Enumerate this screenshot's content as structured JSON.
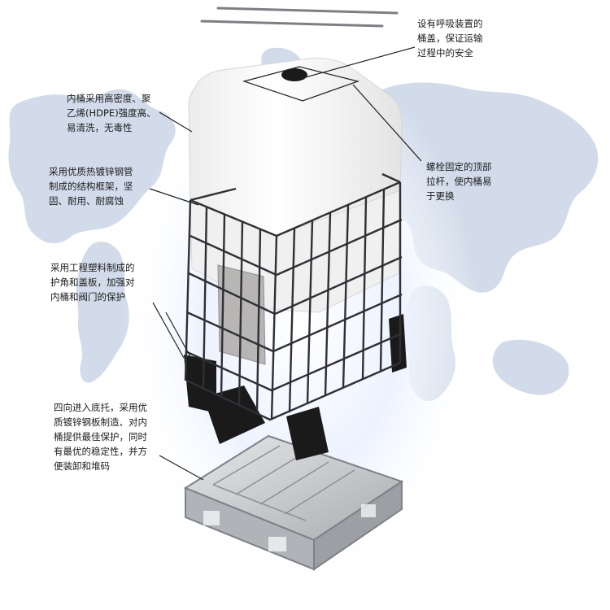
{
  "callouts": {
    "breathing_lid": {
      "lines": [
        "设有呼吸装置的",
        "桶盖，保证运输",
        "过程中的安全"
      ]
    },
    "inner_tank": {
      "lines": [
        "内桶采用高密度、聚",
        "乙烯(HDPE)强度高、",
        "易清洗，无毒性"
      ]
    },
    "bolted_rods": {
      "lines": [
        "螺栓固定的顶部",
        "拉杆，使内桶易",
        "于更换"
      ]
    },
    "steel_frame": {
      "lines": [
        "采用优质热镀锌钢管",
        "制成的结构框架，坚",
        "固、耐用、耐腐蚀"
      ]
    },
    "plastic_guards": {
      "lines": [
        "采用工程塑料制成的",
        "护角和盖板，加强对",
        "内桶和阀门的保护"
      ]
    },
    "pallet": {
      "lines": [
        "四向进入底托，采用优",
        "质镀锌钢板制造、对内",
        "桶提供最佳保护，同时",
        "有最优的稳定性，并方",
        "便装卸和堆码"
      ]
    }
  },
  "colors": {
    "map_land": "#c9d5e6",
    "glow": "#dbe6ff",
    "tank_body": "#f6f6f6",
    "cage_wire": "#2f2f35",
    "plastic_guard": "#1a1a1a",
    "pallet_metal": "#c4c6c9",
    "leader_line": "#222222"
  },
  "icons": {
    "map": "world-map-background",
    "tank": "ibc-tote-tank-illustration"
  }
}
